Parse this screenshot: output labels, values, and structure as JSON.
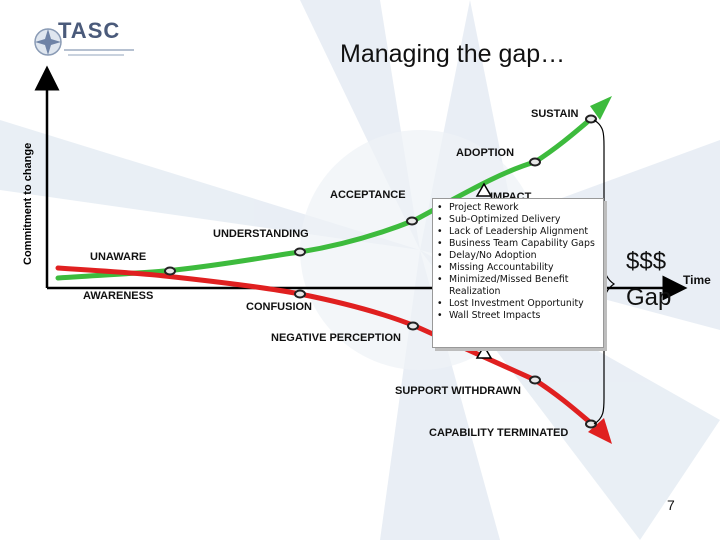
{
  "slide": {
    "title": "Managing the gap…",
    "page_number": "7",
    "logo_text": "TASC"
  },
  "axes": {
    "y_label": "Commitment to change",
    "x_label": "Time"
  },
  "positive_path": {
    "color": "#3dbb3d",
    "stages": [
      "UNAWARE",
      "UNDERSTANDING",
      "ACCEPTANCE",
      "ADOPTION",
      "SUSTAIN"
    ]
  },
  "negative_path": {
    "color": "#e02020",
    "stages": [
      "AWARENESS",
      "CONFUSION",
      "NEGATIVE PERCEPTION",
      "SUPPORT WITHDRAWN",
      "CAPABILITY TERMINATED"
    ]
  },
  "impacts": {
    "title": "IMPACT",
    "items": [
      "Project Rework",
      "Sub-Optimized Delivery",
      "Lack of Leadership Alignment",
      "Business Team Capability Gaps",
      "Delay/No Adoption",
      "Missing Accountability",
      "Minimized/Missed Benefit Realization",
      "Lost Investment Opportunity",
      "Wall Street Impacts"
    ]
  },
  "gap": {
    "money": "$$$",
    "label": "Gap"
  }
}
